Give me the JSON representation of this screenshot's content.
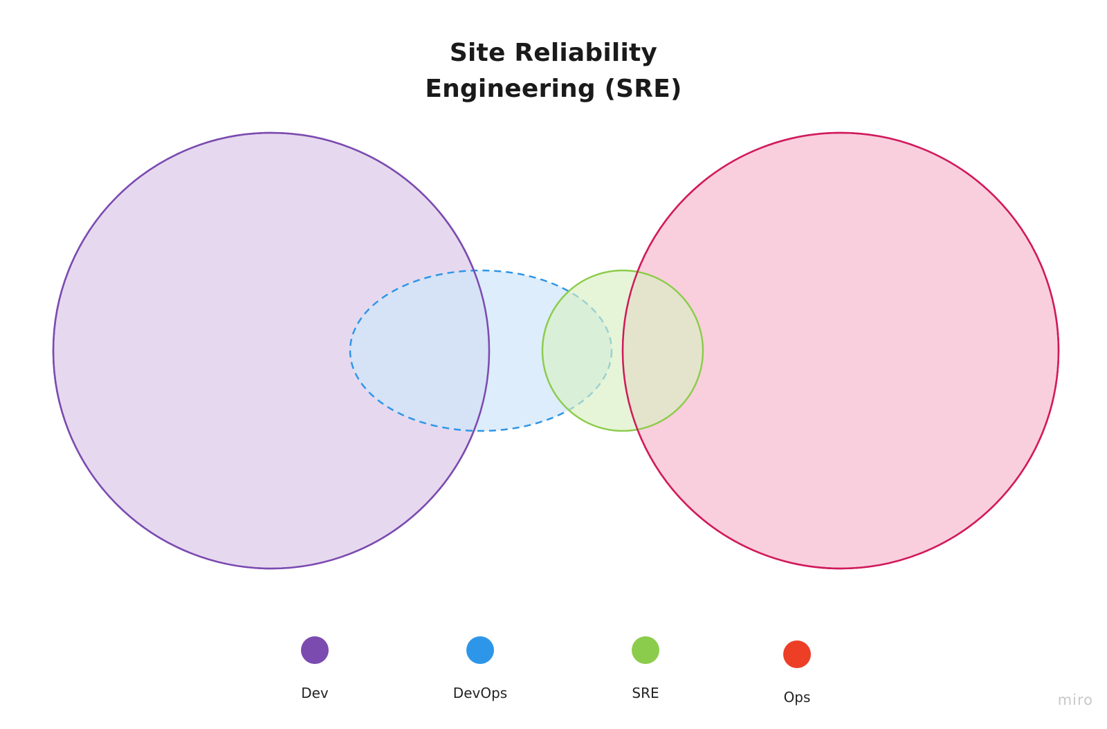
{
  "title": {
    "line1": "Site Reliability",
    "line2": "Engineering (SRE)"
  },
  "sets": {
    "dev": {
      "label": "Dev",
      "color": "#7b4bb0",
      "fill": "#e6d9ef"
    },
    "devops": {
      "label": "DevOps",
      "color": "#2e96e8",
      "fill": "#cfe6f9"
    },
    "sre": {
      "label": "SRE",
      "color": "#8ccc4c",
      "fill": "#d8f0c3"
    },
    "ops": {
      "label": "Ops",
      "color": "#d11a5c",
      "fill": "#f9cfdd"
    }
  },
  "legend": {
    "dev": {
      "label": "Dev",
      "color": "#7b4bb0"
    },
    "devops": {
      "label": "DevOps",
      "color": "#2e96e8"
    },
    "sre": {
      "label": "SRE",
      "color": "#8ccc4c"
    },
    "ops": {
      "label": "Ops",
      "color": "#ec3f26"
    }
  },
  "watermark": "miro"
}
